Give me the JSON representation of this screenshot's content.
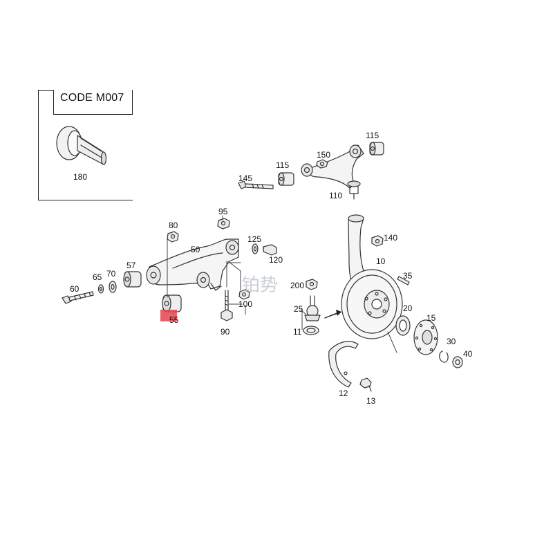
{
  "inset": {
    "code_label": "CODE M007",
    "part_number": "180"
  },
  "callouts": {
    "c115a": "115",
    "c150": "150",
    "c115b": "115",
    "c145": "145",
    "c110": "110",
    "c95": "95",
    "c80": "80",
    "c50": "50",
    "c125": "125",
    "c120": "120",
    "c57": "57",
    "c65": "65",
    "c70": "70",
    "c60": "60",
    "c55": "55",
    "c90": "90",
    "c100": "100",
    "c140": "140",
    "c10": "10",
    "c35": "35",
    "c200": "200",
    "c25": "25",
    "c11": "11",
    "c20": "20",
    "c15": "15",
    "c30": "30",
    "c40": "40",
    "c12": "12",
    "c13": "13"
  },
  "highlighted_part": "55",
  "watermark": "铂势",
  "colors": {
    "line": "#333333",
    "highlight": "#e8434f",
    "watermark": "#b9bec6"
  }
}
